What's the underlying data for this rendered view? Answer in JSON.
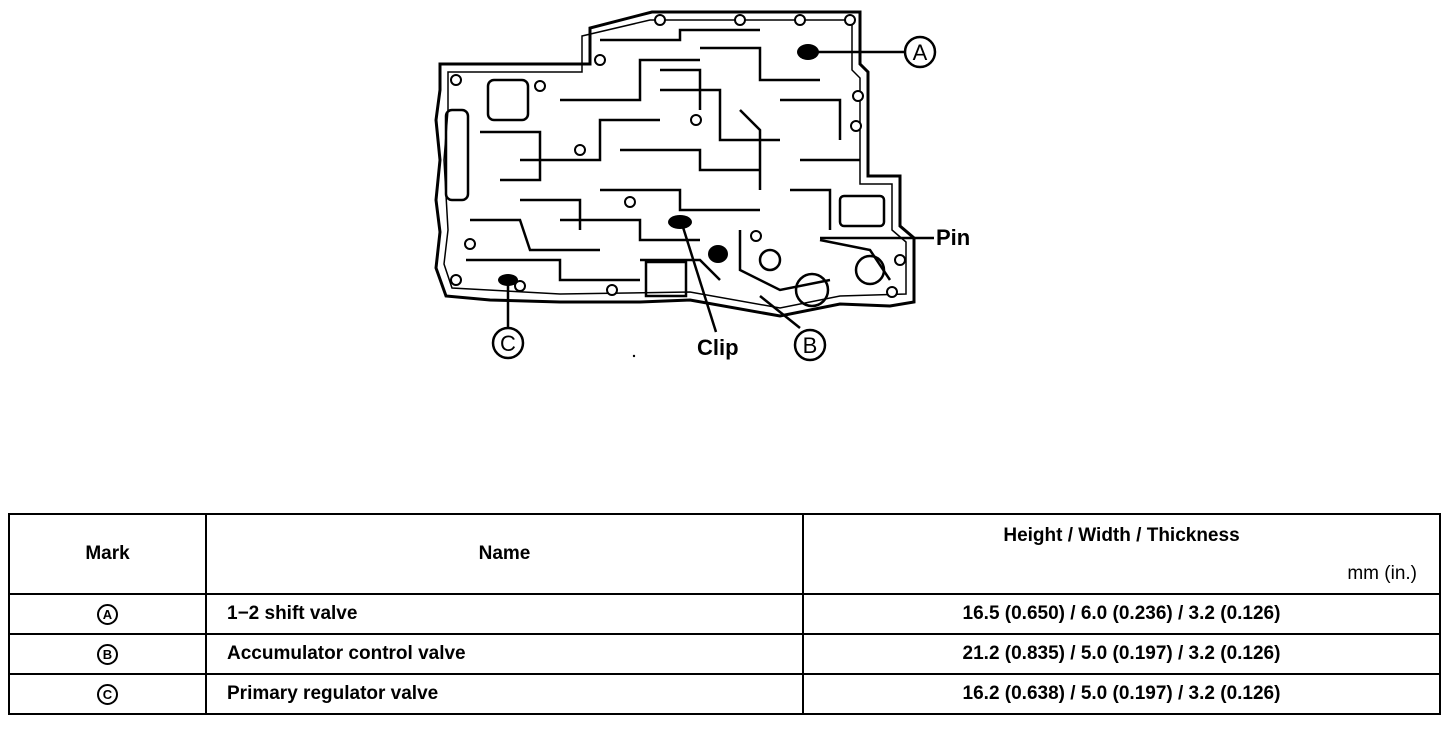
{
  "diagram": {
    "callouts": {
      "a": "A",
      "b": "B",
      "c": "C",
      "pin": "Pin",
      "clip": "Clip"
    }
  },
  "table": {
    "headers": {
      "mark": "Mark",
      "name": "Name",
      "dims": "Height / Width / Thickness",
      "unit": "mm (in.)"
    },
    "rows": [
      {
        "mark": "A",
        "name": "1−2 shift valve",
        "dims": "16.5 (0.650) / 6.0 (0.236) / 3.2 (0.126)"
      },
      {
        "mark": "B",
        "name": "Accumulator control valve",
        "dims": "21.2 (0.835) / 5.0 (0.197) / 3.2 (0.126)"
      },
      {
        "mark": "C",
        "name": "Primary regulator valve",
        "dims": "16.2 (0.638) / 5.0 (0.197) / 3.2 (0.126)"
      }
    ]
  }
}
